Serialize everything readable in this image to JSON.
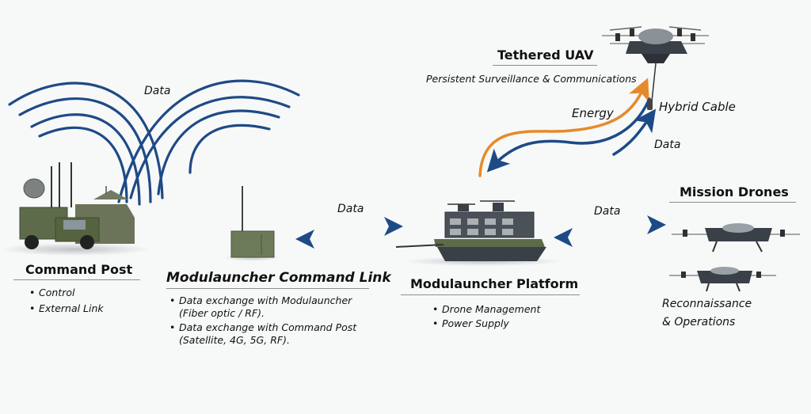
{
  "colors": {
    "data_blue": "#1e4a86",
    "energy_orange": "#e58a2a",
    "military_green": "#5d6b4a",
    "drone_gray": "#3a4048",
    "background": "#f7f8f8"
  },
  "labels": {
    "data_waves": "Data",
    "data_link_left": "Data",
    "data_link_right": "Data",
    "energy": "Energy",
    "hybrid_cable": "Hybrid Cable",
    "data_tether": "Data"
  },
  "tethered_uav": {
    "title": "Tethered UAV",
    "subtitle": "Persistent Surveillance & Communications"
  },
  "command_post": {
    "title": "Command Post",
    "bullets": [
      "Control",
      "External Link"
    ]
  },
  "command_link": {
    "title": "Modulauncher Command Link",
    "bullets": [
      {
        "line1": "Data exchange with Modulauncher",
        "line2": "(Fiber optic / RF)."
      },
      {
        "line1": "Data exchange with Command Post",
        "line2": "(Satellite, 4G, 5G, RF)."
      }
    ]
  },
  "platform": {
    "title": "Modulauncher Platform",
    "bullets": [
      "Drone Management",
      "Power Supply"
    ]
  },
  "mission_drones": {
    "title": "Mission Drones",
    "caption_line1": "Reconnaissance",
    "caption_line2": "& Operations"
  }
}
